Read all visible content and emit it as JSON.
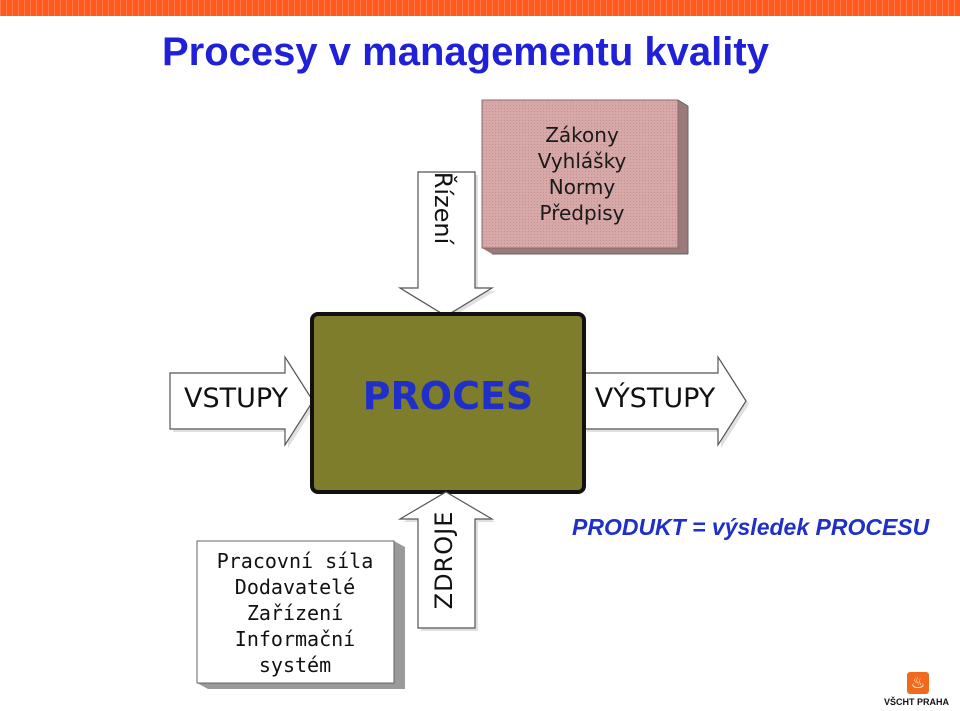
{
  "title": "Procesy v managementu kvality",
  "regulations": [
    "Zákony",
    "Vyhlášky",
    "Normy",
    "Předpisy"
  ],
  "control_label": "Řízení",
  "inputs_label": "VSTUPY",
  "process_label": "PROCES",
  "outputs_label": "VÝSTUPY",
  "resources_label": "ZDROJE",
  "resources": [
    "Pracovní síla",
    "Dodavatelé",
    "Zařízení",
    "Informační",
    "systém"
  ],
  "product_note": "PRODUKT = výsledek PROCESU",
  "logo": {
    "text": "VŠCHT PRAHA",
    "icon": "flame-icon"
  },
  "colors": {
    "header_bar": "#ff5a1e",
    "title": "#2020d8",
    "process_box": "#7e7d2c",
    "regulations_box": "#d4a5a5",
    "accent_text": "#1f2fc8"
  }
}
